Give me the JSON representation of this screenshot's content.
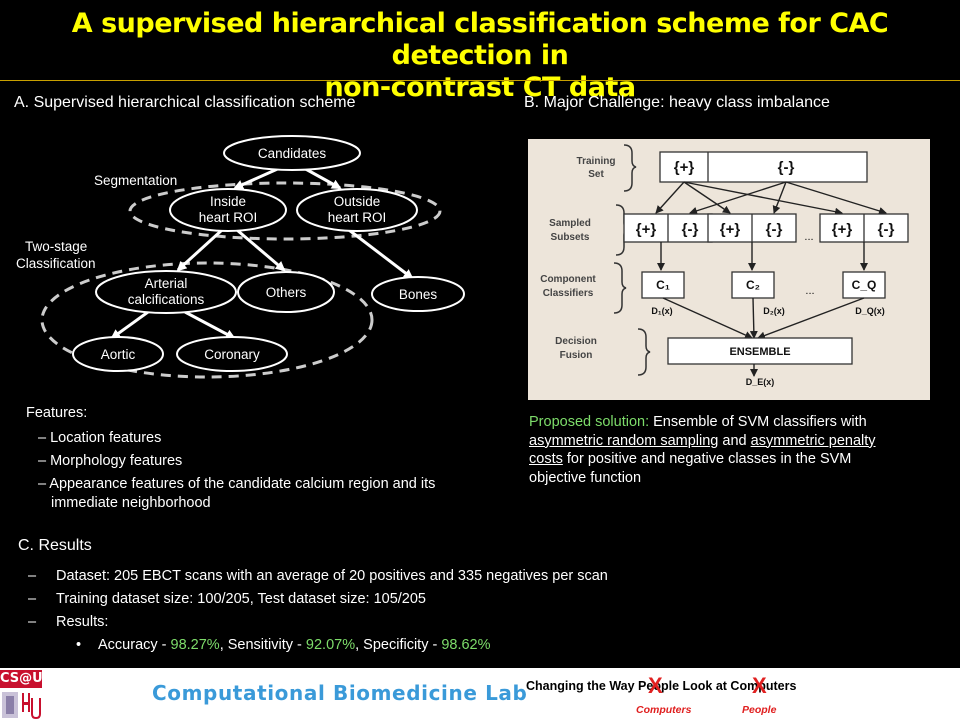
{
  "title": {
    "line1": "A supervised hierarchical classification scheme for CAC detection in",
    "line2": "non-contrast CT data"
  },
  "section_a": {
    "heading": "A. Supervised hierarchical classification scheme",
    "nodes": {
      "candidates": "Candidates",
      "inside_line1": "Inside",
      "inside_line2": "heart ROI",
      "outside_line1": "Outside",
      "outside_line2": "heart ROI",
      "arterial_line1": "Arterial",
      "arterial_line2": "calcifications",
      "others": "Others",
      "bones": "Bones",
      "aortic": "Aortic",
      "coronary": "Coronary"
    },
    "group_labels": {
      "segmentation": "Segmentation",
      "two_stage_line1": "Two-stage",
      "two_stage_line2": "Classification"
    },
    "features_heading": "Features:",
    "features": [
      "– Location features",
      "– Morphology features",
      "– Appearance features of the candidate calcium region and its",
      "immediate neighborhood"
    ]
  },
  "section_b": {
    "heading": "B. Major Challenge: heavy class imbalance",
    "figure": {
      "row_labels": {
        "training_1": "Training",
        "training_2": "Set",
        "sampled_1": "Sampled",
        "sampled_2": "Subsets",
        "component_1": "Component",
        "component_2": "Classifiers",
        "decision_1": "Decision",
        "decision_2": "Fusion"
      },
      "pos": "{+}",
      "neg": "{-}",
      "dots": "...",
      "classifier_labels": [
        "C₁",
        "C₂",
        "C_Q"
      ],
      "decision_labels": [
        "D₁(x)",
        "D₂(x)",
        "D_Q(x)"
      ],
      "ensemble": "ENSEMBLE",
      "ensemble_output": "D_E(x)"
    },
    "proposal": {
      "lead": "Proposed solution:",
      "t1": " Ensemble of SVM classifiers with",
      "u1": "asymmetric random sampling",
      "t2": " and ",
      "u2": "asymmetric penalty",
      "u3": "costs",
      "t3": " for positive and negative classes in the SVM",
      "t4": "objective function"
    },
    "colors": {
      "figure_bg": "#ede5da",
      "highlight": "#7ddc6a"
    }
  },
  "section_c": {
    "heading": "C. Results",
    "items": [
      "Dataset: 205 EBCT scans with an average of 20 positives and 335 negatives per scan",
      "Training dataset size: 100/205, Test dataset size: 105/205",
      "Results:"
    ],
    "dash": "–",
    "bullet": "•",
    "metrics": {
      "accuracy_label": "Accuracy - ",
      "accuracy": "98.27%",
      "sensitivity_label": ", Sensitivity - ",
      "sensitivity": "92.07%",
      "specificity_label": ", Specificity - ",
      "specificity": "98.62%"
    }
  },
  "footer": {
    "logo_text": "CS@UH",
    "lab_name": "Computational Biomedicine Lab",
    "slogan": "Changing the Way People Look at Computers",
    "cross_mark": "X",
    "cross_labels": [
      "Computers",
      "People"
    ],
    "colors": {
      "lab": "#3a9ad9",
      "accent": "#e02020",
      "title": "#ffff00"
    }
  }
}
